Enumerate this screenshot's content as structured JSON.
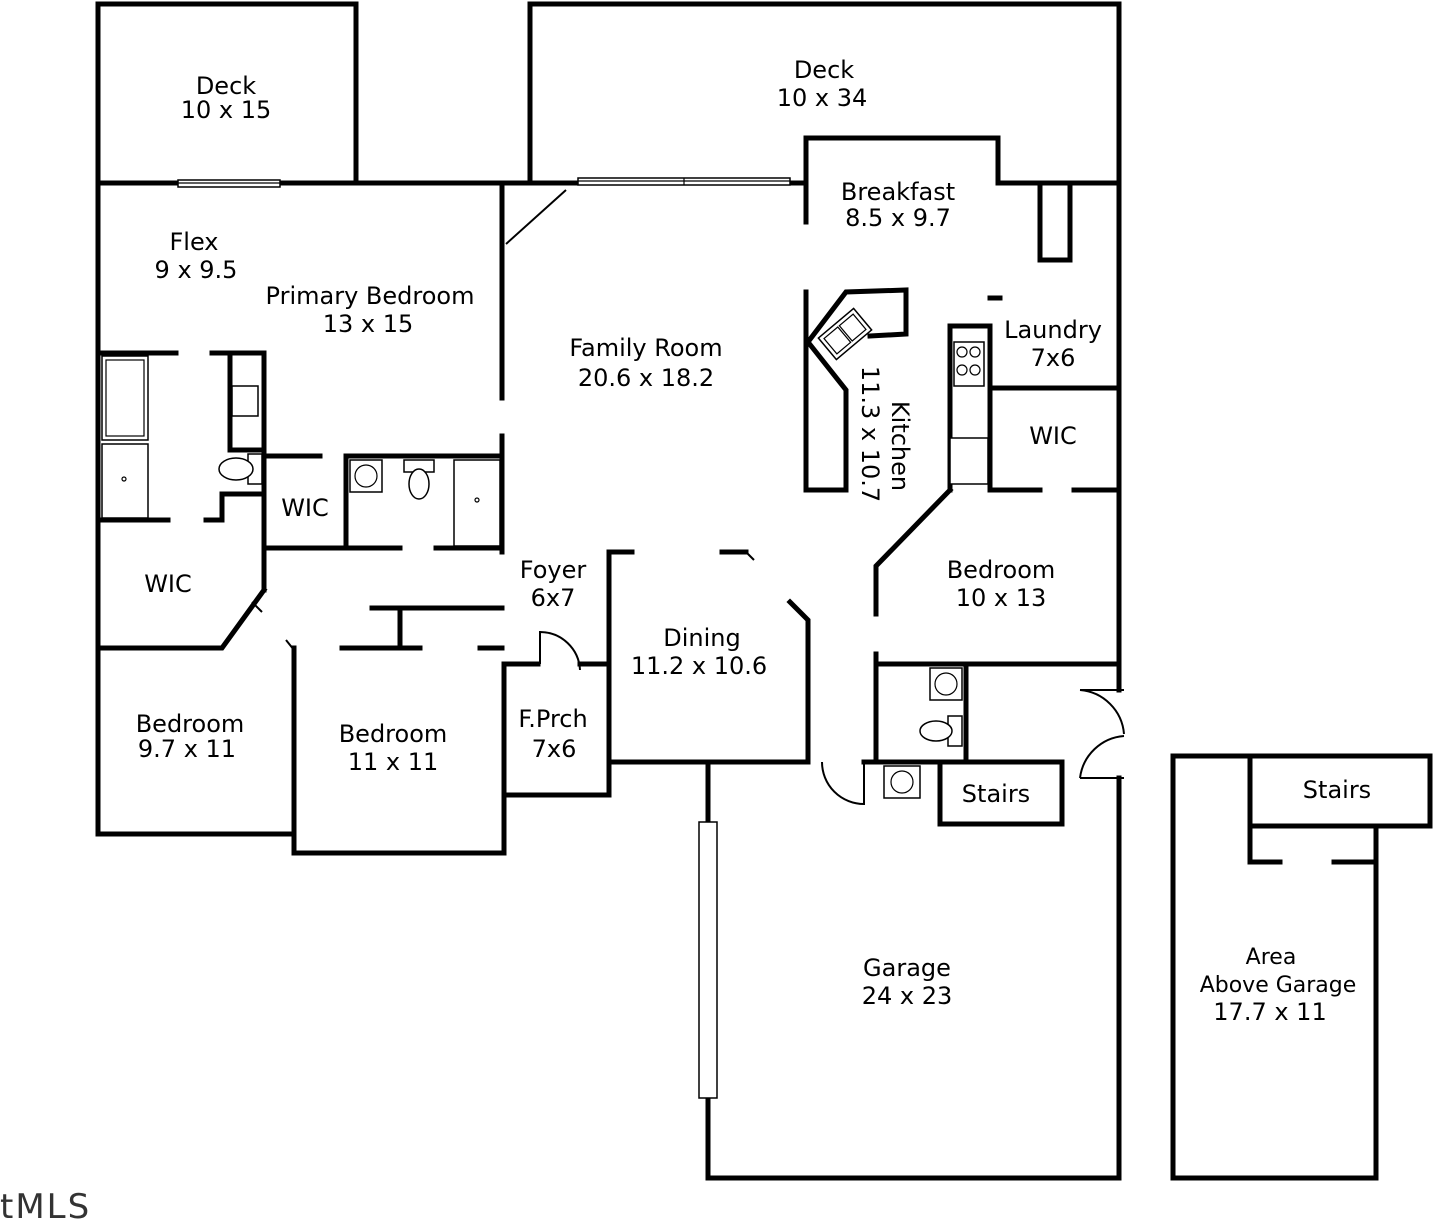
{
  "rooms": {
    "deck_left": {
      "name": "Deck",
      "size": "10 x 15"
    },
    "deck_right": {
      "name": "Deck",
      "size": "10 x 34"
    },
    "breakfast": {
      "name": "Breakfast",
      "size": "8.5 x 9.7"
    },
    "flex": {
      "name": "Flex",
      "size": "9 x 9.5"
    },
    "primary_bedroom": {
      "name": "Primary Bedroom",
      "size": "13 x 15"
    },
    "family_room": {
      "name": "Family Room",
      "size": "20.6 x 18.2"
    },
    "kitchen": {
      "name": "Kitchen",
      "size": "11.3 x 10.7"
    },
    "laundry": {
      "name": "Laundry",
      "size": "7x6"
    },
    "wic_right": {
      "name": "WIC"
    },
    "wic_center": {
      "name": "WIC"
    },
    "wic_left": {
      "name": "WIC"
    },
    "foyer": {
      "name": "Foyer",
      "size": "6x7"
    },
    "bedroom_right": {
      "name": "Bedroom",
      "size": "10 x 13"
    },
    "dining": {
      "name": "Dining",
      "size": "11.2 x 10.6"
    },
    "bedroom_left": {
      "name": "Bedroom",
      "size": "9.7 x 11"
    },
    "bedroom_mid": {
      "name": "Bedroom",
      "size": "11 x 11"
    },
    "front_porch": {
      "name": "F.Prch",
      "size": "7x6"
    },
    "stairs_garage": {
      "name": "Stairs"
    },
    "stairs_above": {
      "name": "Stairs"
    },
    "garage": {
      "name": "Garage",
      "size": "24 x 23"
    },
    "area_above": {
      "line1": "Area",
      "line2": "Above Garage",
      "size": "17.7 x 11"
    }
  },
  "watermark": "tMLS"
}
